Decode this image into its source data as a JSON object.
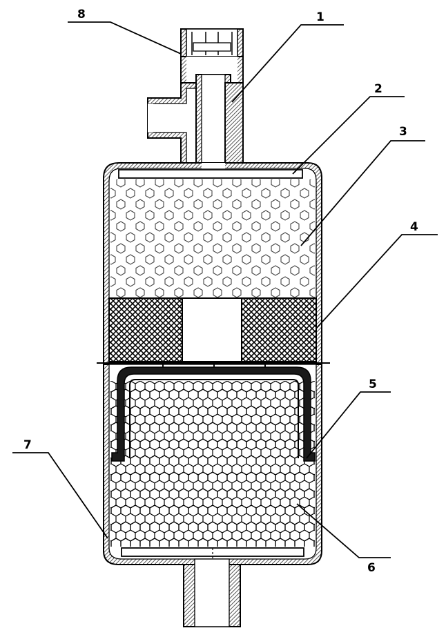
{
  "diagram": {
    "labels": {
      "pipe": "1",
      "top_filter_plate": "2",
      "upper_desiccant": "3",
      "mesh_partition": "4",
      "cover_seal": "5",
      "lower_adsorbent": "6",
      "shell": "7",
      "valve_cap": "8"
    },
    "colors": {
      "ink": "#000000",
      "paper": "#ffffff",
      "hatch_gray": "#7a7a7a",
      "cover_dark": "#1a1a1a"
    }
  }
}
